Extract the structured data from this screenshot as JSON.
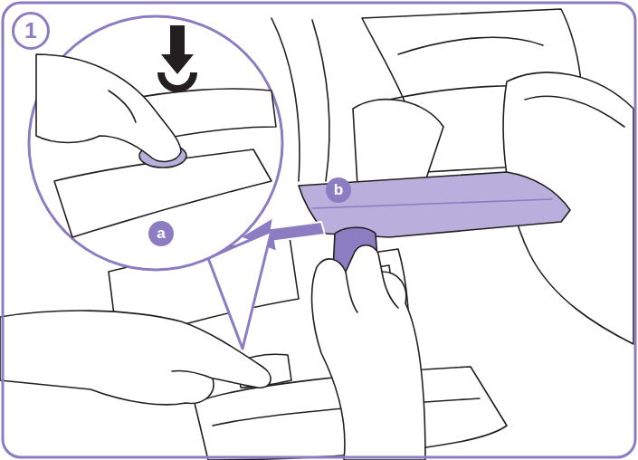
{
  "diagram": {
    "labels": [
      "1",
      "a",
      "b"
    ]
  }
}
